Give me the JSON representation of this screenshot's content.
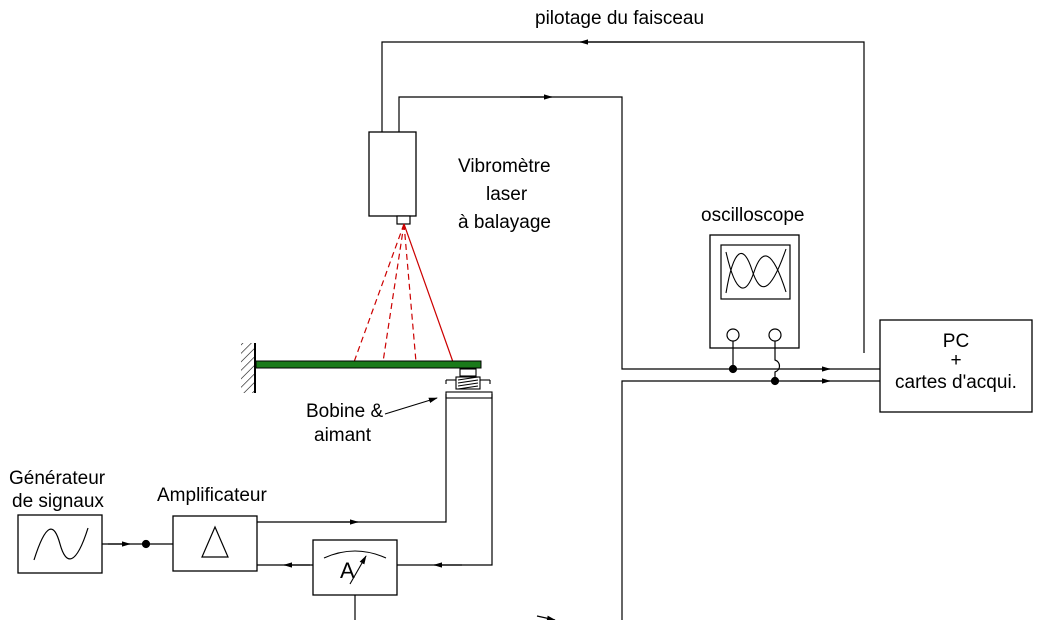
{
  "labels": {
    "beam_control": "pilotage du faisceau",
    "vibrometer_line1": "Vibromètre",
    "vibrometer_line2": "laser",
    "vibrometer_line3": "à balayage",
    "oscilloscope": "oscilloscope",
    "pc_line1": "PC",
    "pc_line2": "+",
    "pc_line3": "cartes d'acqui.",
    "coil_line1": "Bobine &",
    "coil_line2": "aimant",
    "generator_line1": "Générateur",
    "generator_line2": "de signaux",
    "amplifier": "Amplificateur",
    "ammeter_symbol": "A"
  },
  "colors": {
    "line": "#000000",
    "laser": "#cc0000",
    "beam": "#1a7a1a"
  }
}
